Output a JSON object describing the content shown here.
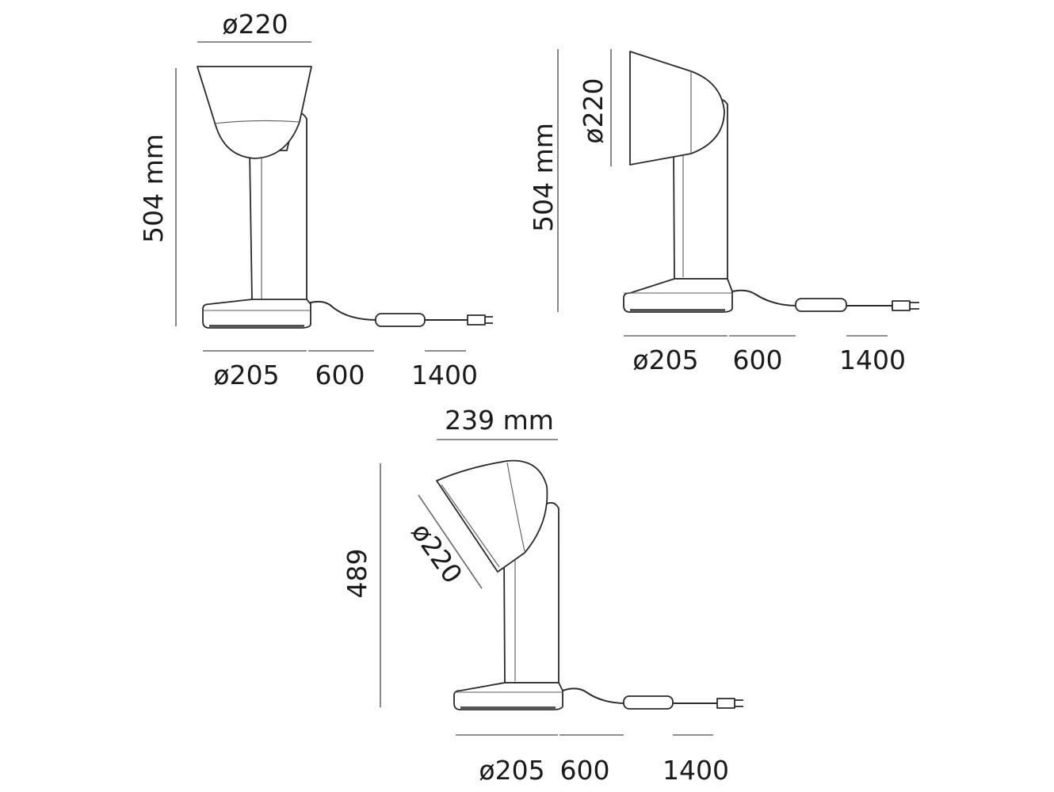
{
  "views": [
    {
      "name": "upright-view",
      "labels": {
        "height": "504 mm",
        "shade_diameter": "ø220",
        "base_diameter": "ø205",
        "cable_to_switch": "600",
        "cable_to_plug": "1400"
      }
    },
    {
      "name": "side-view",
      "labels": {
        "height": "504 mm",
        "shade_diameter": "ø220",
        "base_diameter": "ø205",
        "cable_to_switch": "600",
        "cable_to_plug": "1400"
      }
    },
    {
      "name": "tilted-view",
      "labels": {
        "width": "239 mm",
        "height": "489",
        "shade_diameter": "ø220",
        "base_diameter": "ø205",
        "cable_to_switch": "600",
        "cable_to_plug": "1400"
      }
    }
  ],
  "colors": {
    "line": "#2a2a2a",
    "dimension": "#6a6a6a",
    "text": "#1a1a1a"
  }
}
